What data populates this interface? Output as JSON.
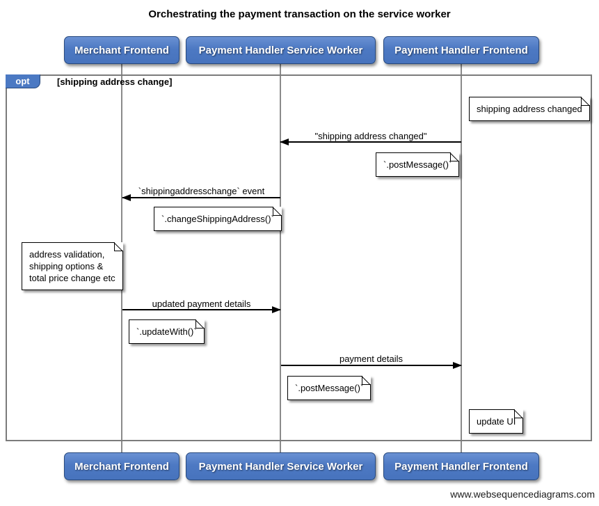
{
  "title": "Orchestrating the payment transaction on the service worker",
  "watermark": "www.websequencediagrams.com",
  "colors": {
    "actor_fill": "#4d79c3",
    "actor_border": "#27497e",
    "fragment_border": "#7b7b7b",
    "lifeline": "#8a8a8a",
    "note_bg": "#ffffff",
    "note_border": "#000000",
    "arrow": "#000000"
  },
  "actors": [
    {
      "label": "Merchant Frontend"
    },
    {
      "label": "Payment Handler Service Worker"
    },
    {
      "label": "Payment Handler Frontend"
    }
  ],
  "fragment": {
    "operator": "opt",
    "guard": "[shipping address change]"
  },
  "messages": [
    {
      "label": "\"shipping address changed\"",
      "from": "Payment Handler Frontend",
      "to": "Payment Handler Service Worker",
      "direction": "left"
    },
    {
      "label": "`shippingaddresschange` event",
      "from": "Payment Handler Service Worker",
      "to": "Merchant Frontend",
      "direction": "left"
    },
    {
      "label": "updated payment details",
      "from": "Merchant Frontend",
      "to": "Payment Handler Service Worker",
      "direction": "right"
    },
    {
      "label": "payment details",
      "from": "Payment Handler Service Worker",
      "to": "Payment Handler Frontend",
      "direction": "right"
    }
  ],
  "notes": [
    {
      "text": "shipping address changed",
      "position": "right of Payment Handler Frontend"
    },
    {
      "text": "`.postMessage()`",
      "position": "left of Payment Handler Frontend"
    },
    {
      "text": "`.changeShippingAddress()`",
      "position": "left of Payment Handler Service Worker"
    },
    {
      "lines": [
        "address validation,",
        "shipping options &",
        "total price change etc"
      ],
      "position": "left of Merchant Frontend"
    },
    {
      "text": "`.updateWith()`",
      "position": "right of Merchant Frontend"
    },
    {
      "text": "`.postMessage()`",
      "position": "right of Payment Handler Service Worker"
    },
    {
      "text": "update UI",
      "position": "right of Payment Handler Frontend"
    }
  ]
}
